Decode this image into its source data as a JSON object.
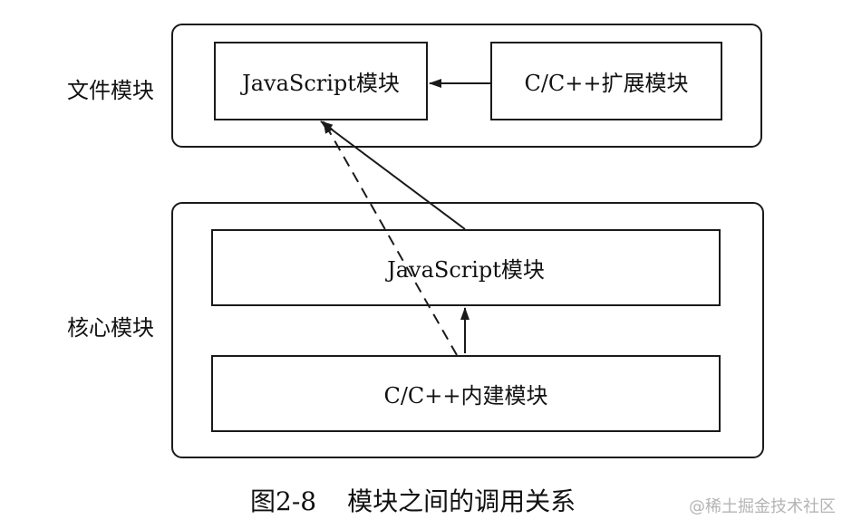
{
  "diagram": {
    "file_group": {
      "label": "文件模块",
      "js_module": "JavaScript模块",
      "cpp_ext_module": "C/C++扩展模块"
    },
    "core_group": {
      "label": "核心模块",
      "js_module": "JavaScript模块",
      "cpp_builtin_module": "C/C++内建模块"
    }
  },
  "caption": {
    "figure_number": "图2-8",
    "title": "模块之间的调用关系"
  },
  "watermark": "@稀土掘金技术社区",
  "colors": {
    "line": "#1a1a1a",
    "watermark": "#b4b4b4"
  }
}
